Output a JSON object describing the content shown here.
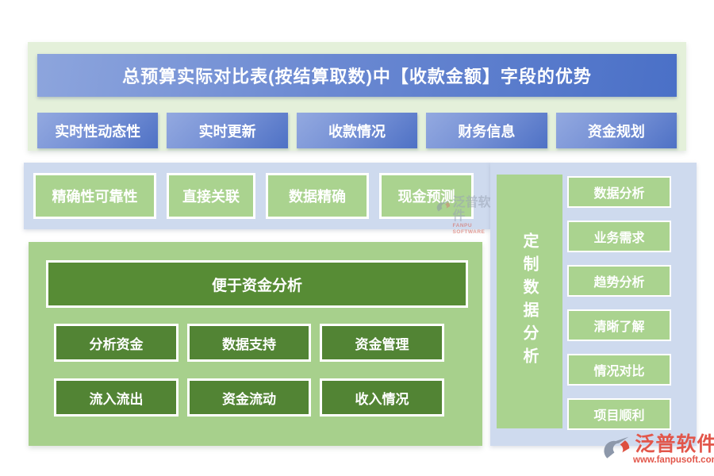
{
  "header": {
    "title": "总预算实际对比表(按结算取数)中【收款金额】字段的优势",
    "buttons": [
      "实时性动态性",
      "实时更新",
      "收款情况",
      "财务信息",
      "资金规划"
    ]
  },
  "accuracy_row": {
    "buttons": [
      "精确性可靠性",
      "直接关联",
      "数据精确",
      "现金预测"
    ]
  },
  "fund_analysis": {
    "header": "便于资金分析",
    "buttons": [
      "分析资金",
      "数据支持",
      "资金管理",
      "流入流出",
      "资金流动",
      "收入情况"
    ]
  },
  "custom_analysis": {
    "label": "定制数据分析",
    "buttons": [
      "数据分析",
      "业务需求",
      "趋势分析",
      "清晰了解",
      "情况对比",
      "项目顺利"
    ]
  },
  "watermark": {
    "brand": "泛普软件",
    "subtext": "FANPU SOFTWARE"
  },
  "logo": {
    "brand": "泛普软件",
    "url": "www.fanpusoft.com"
  },
  "colors": {
    "title_gradient_start": "#8da5dd",
    "title_gradient_end": "#4a70c7",
    "blue_button_start": "#93a9e0",
    "blue_button_end": "#4e71c5",
    "panel_light_green": "#e4f0da",
    "panel_light_blue": "#cedaee",
    "light_green_button": "#aad38f",
    "main_panel_green": "#a7d08c",
    "dark_green_header": "#578c35",
    "dark_green_button": "#528434",
    "brand_red": "#e2564a",
    "brand_gray": "#8d98aa"
  }
}
